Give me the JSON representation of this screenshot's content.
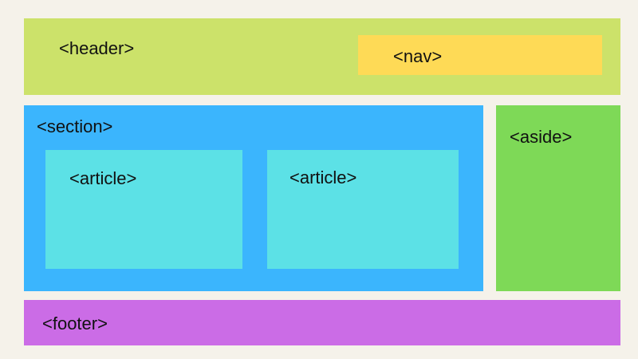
{
  "colors": {
    "background": "#F5F2EA",
    "header": "#CCE26A",
    "nav": "#FEDA56",
    "section": "#3BB5FD",
    "article": "#5CE1E6",
    "aside": "#7ED957",
    "footer": "#CB6CE6"
  },
  "labels": {
    "header": "<header>",
    "nav": "<nav>",
    "section": "<section>",
    "article_1": "<article>",
    "article_2": "<article>",
    "aside": "<aside>",
    "footer": "<footer>"
  }
}
